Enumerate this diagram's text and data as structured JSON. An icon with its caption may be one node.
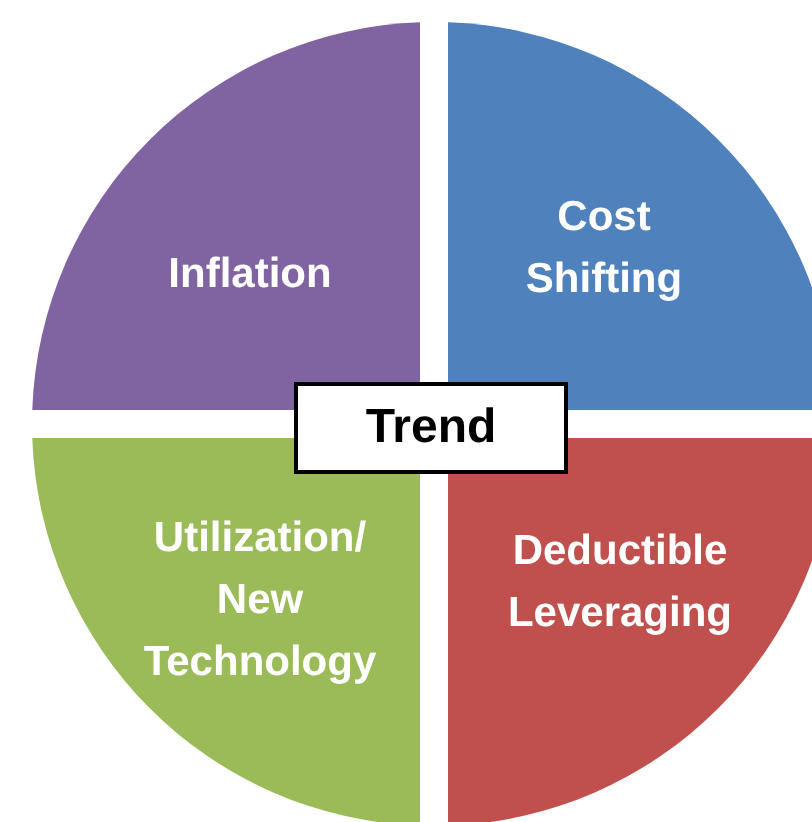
{
  "diagram": {
    "nodes": [
      {
        "text": [
          "Inflation"
        ]
      },
      {
        "text": [
          "Cost Shifting"
        ]
      },
      {
        "text": [
          "Utilization/ New Technology"
        ]
      },
      {
        "text": [
          "Deductible Leveraging"
        ]
      },
      {
        "text": [
          "Trend"
        ]
      }
    ]
  }
}
